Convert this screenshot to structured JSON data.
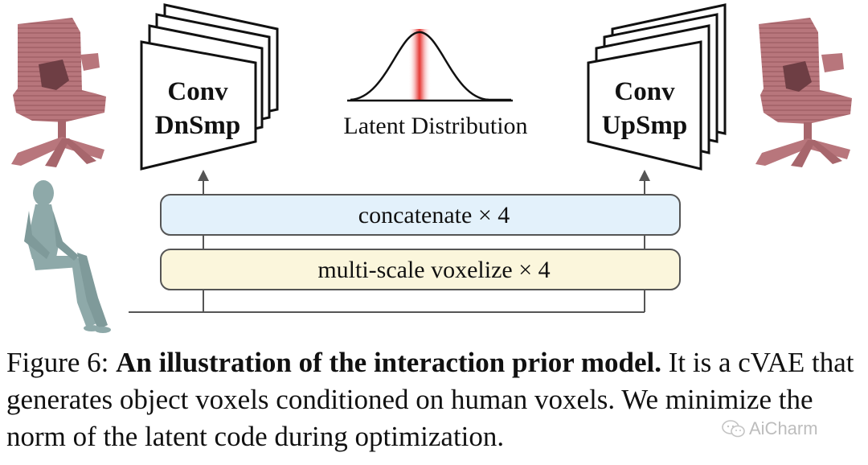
{
  "diagram": {
    "encoder": {
      "line1": "Conv",
      "line2": "DnSmp"
    },
    "decoder": {
      "line1": "Conv",
      "line2": "UpSmp"
    },
    "latent_label": "Latent Distribution",
    "concat_label": "concatenate × 4",
    "voxelize_label": "multi-scale voxelize × 4",
    "colors": {
      "concat_fill": "#e3f1fb",
      "voxelize_fill": "#fbf6dc",
      "chair": "#b8767c",
      "human": "#8ea9a9",
      "latent_accent": "#e53935"
    }
  },
  "caption": {
    "prefix": "Figure 6: ",
    "bold": "An illustration of the interaction prior model.",
    "rest": " It is a cVAE that generates object voxels conditioned on human voxels. We minimize the norm of the latent code during optimization."
  },
  "watermark": {
    "text": "AiCharm"
  }
}
